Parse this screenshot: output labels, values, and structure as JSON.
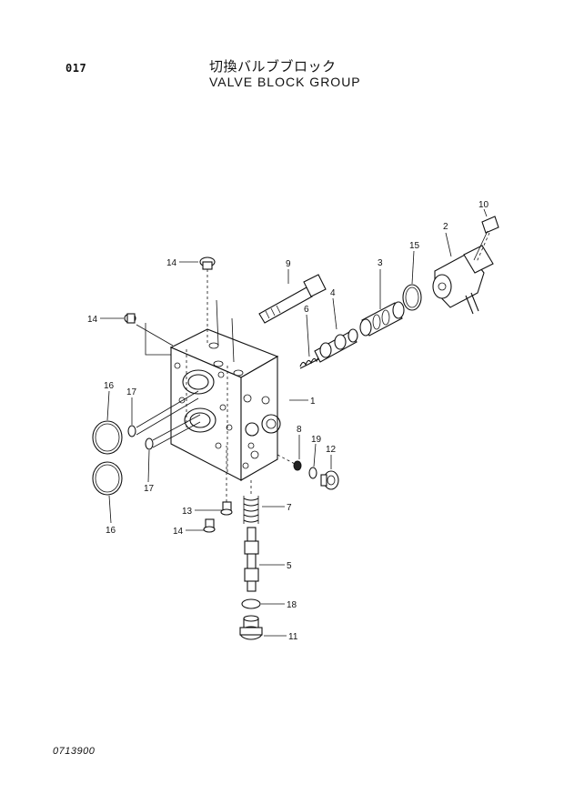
{
  "header": {
    "page_number": "017",
    "title_jp": "切換バルブブロック",
    "title_en": "VALVE BLOCK GROUP"
  },
  "footer": {
    "drawing_code": "0713900"
  },
  "callouts": {
    "c1": "1",
    "c2": "2",
    "c3": "3",
    "c4": "4",
    "c5": "5",
    "c6": "6",
    "c7": "7",
    "c8": "8",
    "c9": "9",
    "c10": "10",
    "c11": "11",
    "c12": "12",
    "c13": "13",
    "c14a": "14",
    "c14b": "14",
    "c14c": "14",
    "c15": "15",
    "c16a": "16",
    "c16b": "16",
    "c17a": "17",
    "c17b": "17",
    "c18": "18",
    "c19": "19"
  }
}
